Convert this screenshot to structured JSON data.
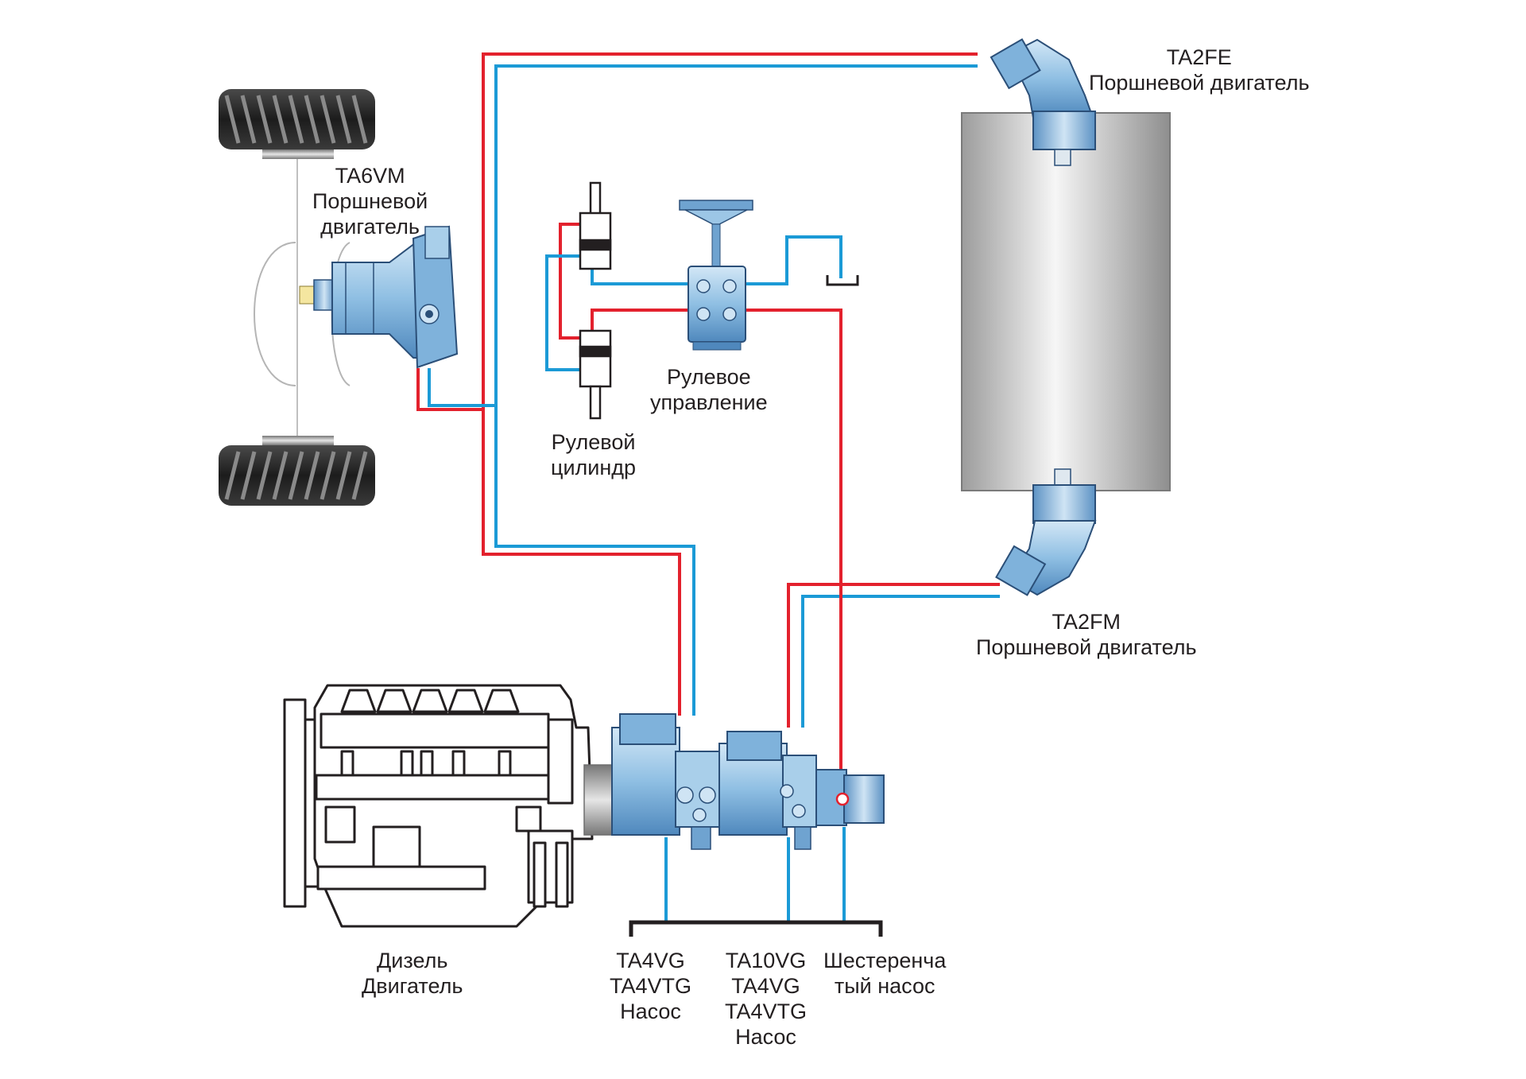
{
  "components": {
    "motor_ta2fe": {
      "model": "TA2FE",
      "type": "Поршневой двигатель"
    },
    "motor_ta6vm": {
      "model": "TA6VM",
      "type_line1": "Поршневой",
      "type_line2": "двигатель"
    },
    "motor_ta2fm": {
      "model": "TA2FM",
      "type": "Поршневой двигатель"
    },
    "steering_unit": {
      "line1": "Рулевое",
      "line2": "управление"
    },
    "steering_cylinder": {
      "line1": "Рулевой",
      "line2": "цилиндр"
    },
    "diesel_engine": {
      "line1": "Дизель",
      "line2": "Двигатель"
    },
    "pump_group_1": {
      "line1": "TA4VG",
      "line2": "TA4VTG",
      "line3": "Насос"
    },
    "pump_group_2": {
      "line1": "TA10VG",
      "line2": "TA4VG",
      "line3": "TA4VTG",
      "line4": "Насос"
    },
    "gear_pump": {
      "line1": "Шестеренча",
      "line2": "тый насос"
    }
  },
  "colors": {
    "pressure_line": "#e3212d",
    "return_line": "#1b9ad6",
    "component_blue": "#a9cfea",
    "component_dark": "#2b4f78",
    "drum_gray": "#d4d4d4",
    "outline": "#231f20"
  }
}
